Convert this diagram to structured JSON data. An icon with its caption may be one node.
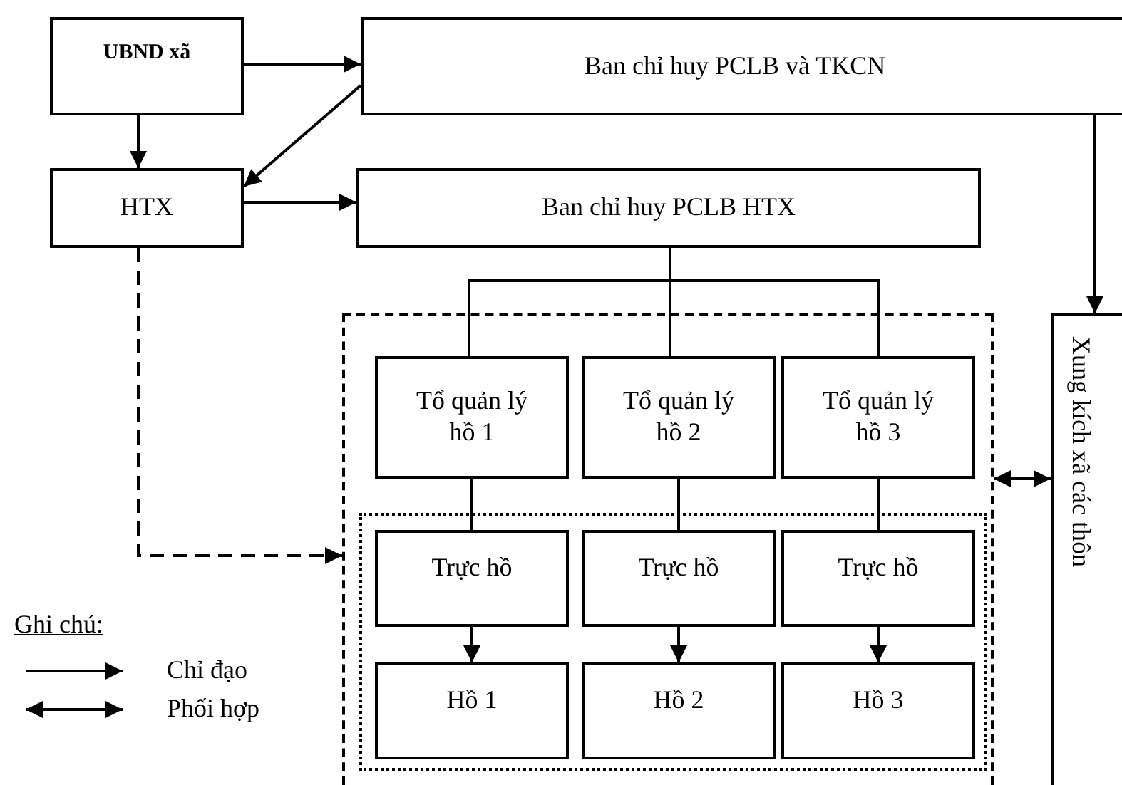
{
  "diagram": {
    "nodes": [
      {
        "text": [
          "UBND xã"
        ]
      },
      {
        "text": [
          "Ban chỉ huy PCLB và TKCN"
        ]
      },
      {
        "text": [
          "HTX"
        ]
      },
      {
        "text": [
          "Ban chỉ huy PCLB HTX"
        ]
      },
      {
        "text": [],
        "shape": "box"
      },
      {
        "text": [
          "Tổ quản lý hồ 1"
        ],
        "in": 4
      },
      {
        "text": [
          "Tổ quản lý hồ 2"
        ],
        "in": 4
      },
      {
        "text": [
          "Tổ quản lý hồ 3"
        ],
        "in": 4
      },
      {
        "text": [],
        "shape": "box",
        "in": 4
      },
      {
        "text": [
          "Trực hồ"
        ],
        "in": 8
      },
      {
        "text": [
          "Trực hồ"
        ],
        "in": 8
      },
      {
        "text": [
          "Trực hồ"
        ],
        "in": 8
      },
      {
        "text": [
          "Hồ 1"
        ],
        "in": 8
      },
      {
        "text": [
          "Hồ 2"
        ],
        "in": 8
      },
      {
        "text": [
          "Hồ 3"
        ],
        "in": 8
      },
      {
        "text": [
          "Xung kích xã các thôn"
        ]
      }
    ],
    "edges": [
      {
        "from": 0,
        "to": 1,
        "arrow": "to"
      },
      {
        "from": 0,
        "to": 2,
        "arrow": "to"
      },
      {
        "from": 1,
        "to": 2,
        "arrow": "to"
      },
      {
        "from": 2,
        "to": 3,
        "arrow": "to"
      },
      {
        "from": 3,
        "to": 5,
        "arrow": "none"
      },
      {
        "from": 3,
        "to": 6,
        "arrow": "none"
      },
      {
        "from": 3,
        "to": 7,
        "arrow": "none"
      },
      {
        "from": 2,
        "to": 4,
        "arrow": "to",
        "style": "dashed"
      },
      {
        "from": 1,
        "to": 15,
        "arrow": "to"
      },
      {
        "from": 4,
        "to": 15,
        "arrow": "both"
      },
      {
        "from": 5,
        "to": 9,
        "arrow": "none"
      },
      {
        "from": 6,
        "to": 10,
        "arrow": "none"
      },
      {
        "from": 7,
        "to": 11,
        "arrow": "none"
      },
      {
        "from": 9,
        "to": 12,
        "arrow": "to"
      },
      {
        "from": 10,
        "to": 13,
        "arrow": "to"
      },
      {
        "from": 11,
        "to": 14,
        "arrow": "to"
      }
    ],
    "labels": [
      "Ghi chú:"
    ],
    "legend": [
      {
        "text": "Chỉ đạo"
      },
      {
        "text": "Phối hợp"
      }
    ]
  }
}
